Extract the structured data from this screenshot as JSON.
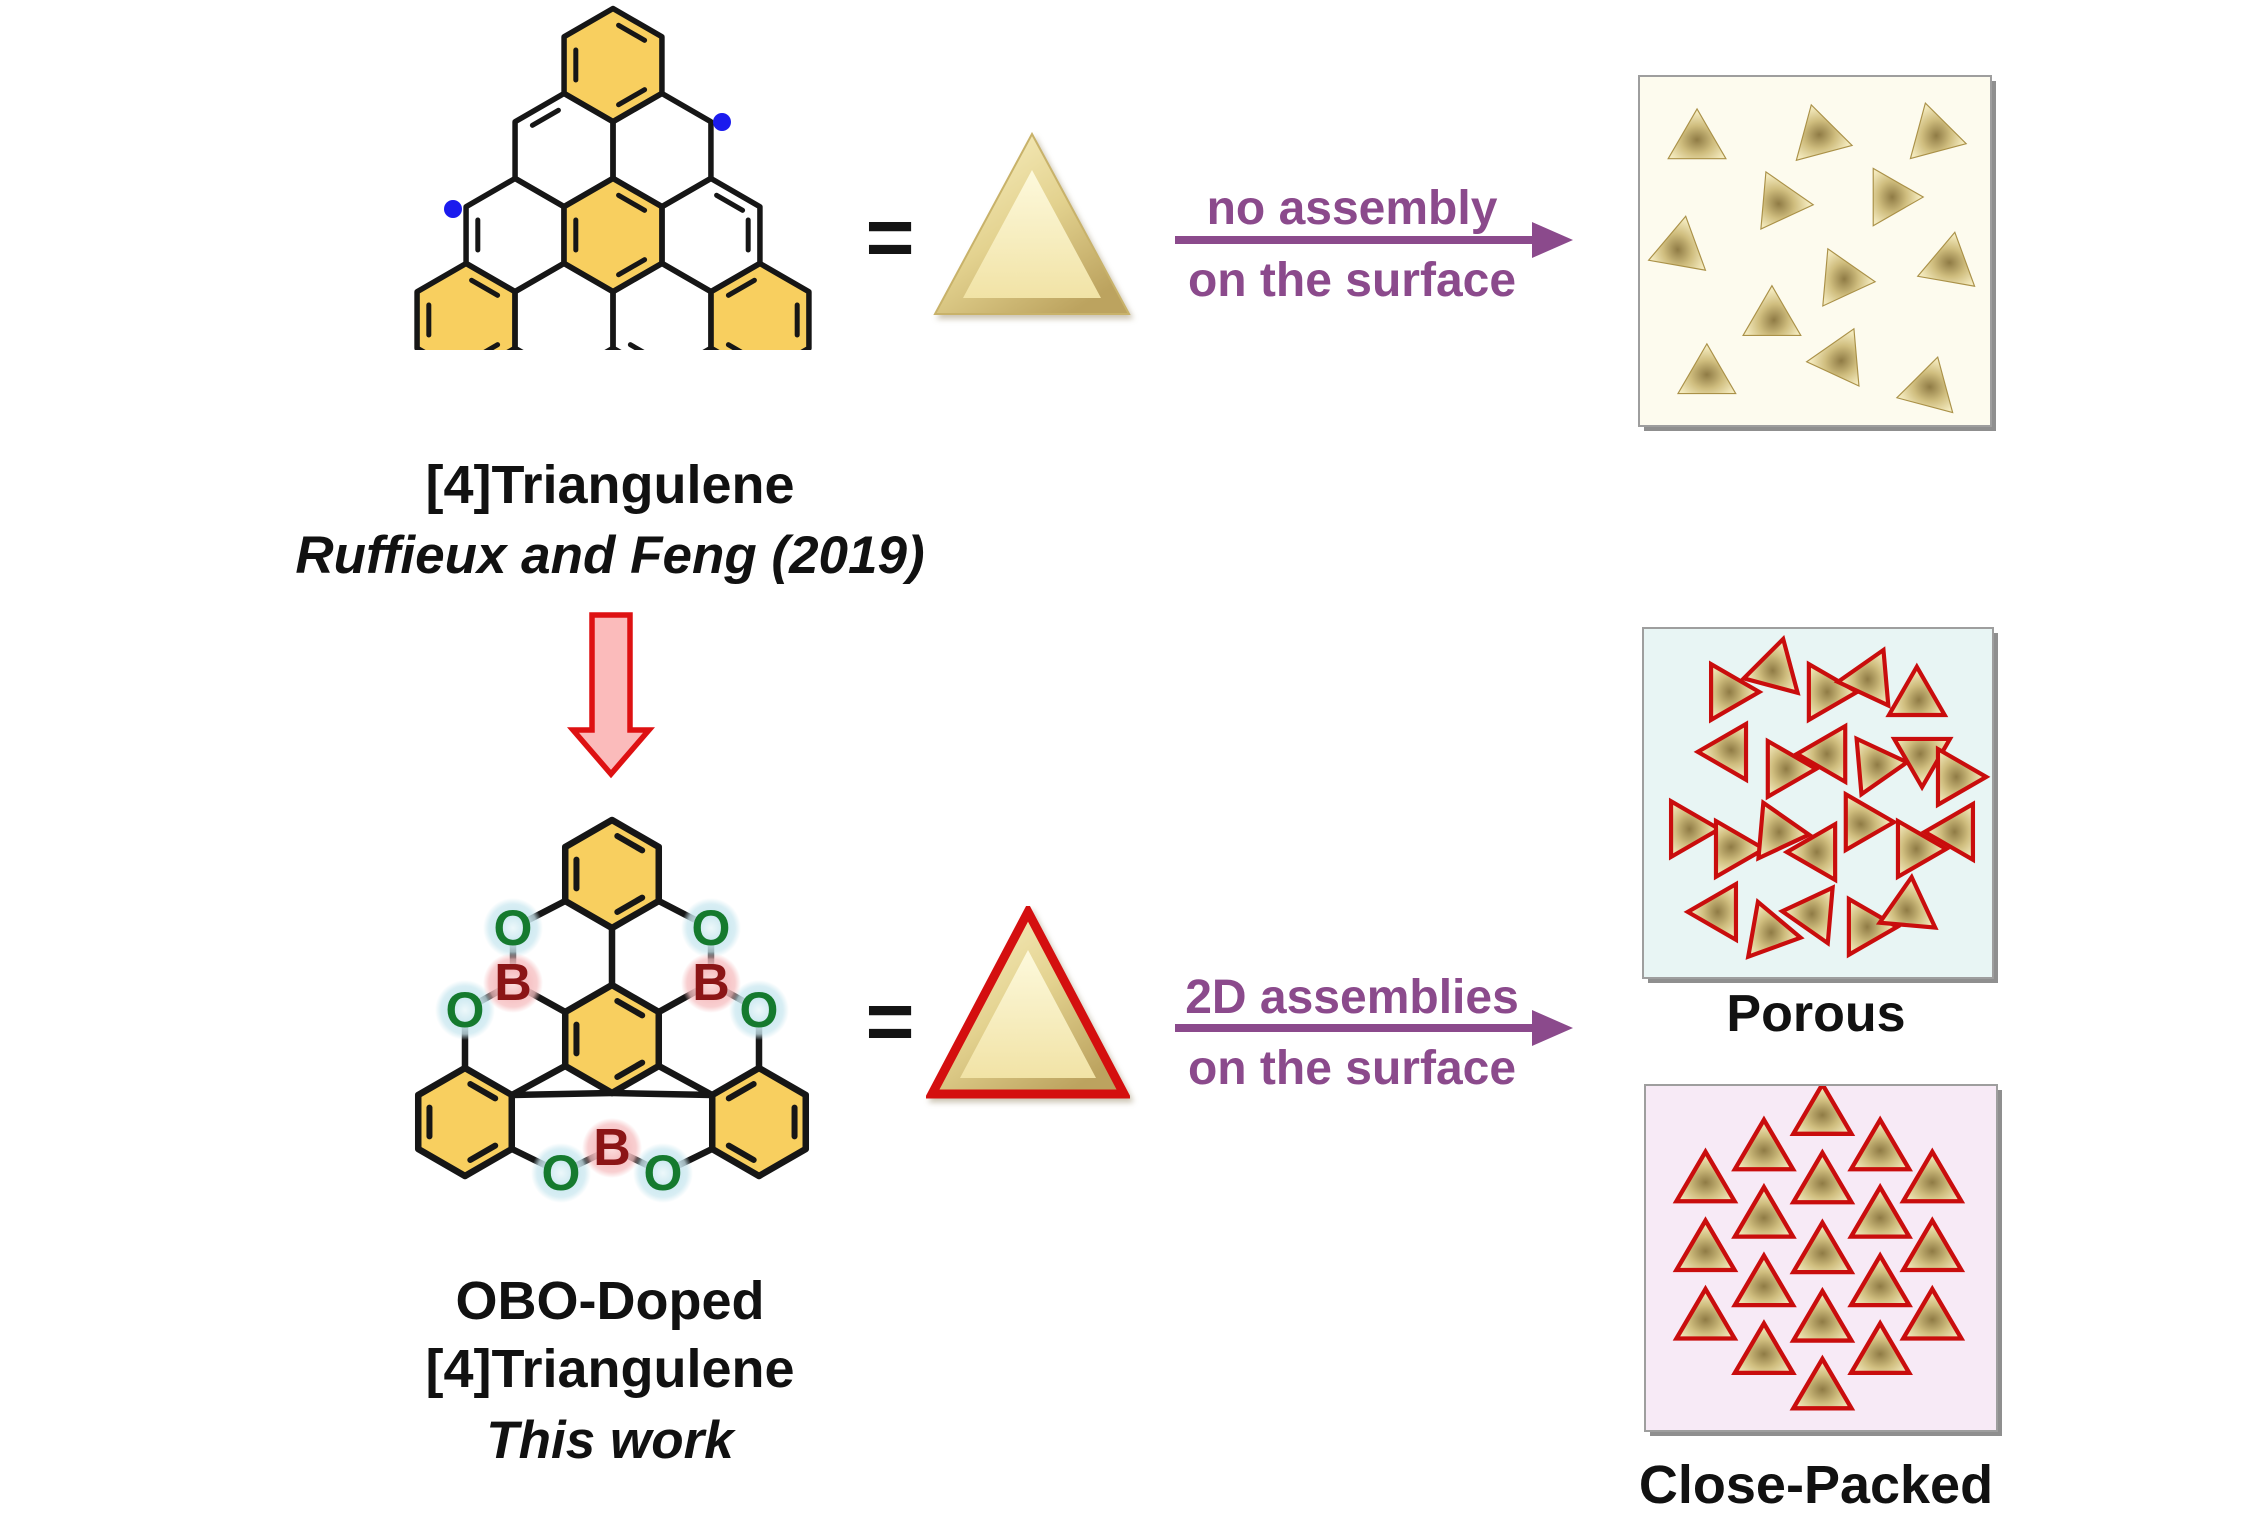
{
  "colors": {
    "accent_purple": "#8B4A8C",
    "molecule_outline_red": "#D40F0F",
    "hexagon_yellow": "#F8CF5F",
    "bond_black": "#161616",
    "radical_blue": "#1B1BEE",
    "oxygen_green": "#157A2E",
    "boron_dark_red": "#8B1516",
    "gold_light": "#FBF3C8",
    "gold_dark": "#BCA35F",
    "scattered_panel_bg": "#FDFBEE",
    "porous_panel_bg": "#E8F5F4",
    "close_packed_panel_bg": "#F7EAF6"
  },
  "top_row": {
    "molecule_name": "[4]Triangulene",
    "molecule_reference": "Ruffieux and Feng (2019)",
    "equals_sign": "=",
    "arrow_text_line1": "no assembly",
    "arrow_text_line2": "on the surface"
  },
  "bottom_row": {
    "molecule_name_line1": "OBO-Doped",
    "molecule_name_line2": "[4]Triangulene",
    "molecule_reference": "This work",
    "equals_sign": "=",
    "arrow_text_line1": "2D assemblies",
    "arrow_text_line2": "on the surface"
  },
  "atoms": {
    "oxygen": "O",
    "boron": "B"
  },
  "panels": {
    "no_assembly": {
      "outlined": false,
      "triangles": [
        [
          16.3,
          18.7,
          0
        ],
        [
          51.4,
          17.2,
          345
        ],
        [
          84,
          16.7,
          105
        ],
        [
          40,
          35.9,
          215
        ],
        [
          71.4,
          34.5,
          90
        ],
        [
          11.4,
          49.4,
          250
        ],
        [
          57.7,
          58,
          95
        ],
        [
          88.3,
          54,
          10
        ],
        [
          37.7,
          69.5,
          120
        ],
        [
          57.1,
          81,
          145
        ],
        [
          19.1,
          86.2,
          0
        ],
        [
          82.6,
          89.7,
          15
        ]
      ]
    },
    "porous": {
      "label": "Porous",
      "outlined": true,
      "triangles": [
        [
          23.9,
          18.1,
          90
        ],
        [
          37.6,
          11.8,
          255
        ],
        [
          52,
          18.1,
          90
        ],
        [
          64.9,
          14.4,
          265
        ],
        [
          78.4,
          20.1,
          120
        ],
        [
          24.7,
          35.3,
          30
        ],
        [
          40.2,
          40.2,
          90
        ],
        [
          53.2,
          35.9,
          270
        ],
        [
          66.4,
          39.1,
          85
        ],
        [
          79.9,
          36.2,
          300
        ],
        [
          89.1,
          42.5,
          90
        ],
        [
          12.4,
          57.5,
          90
        ],
        [
          25.3,
          63.2,
          330
        ],
        [
          38.2,
          58.3,
          95
        ],
        [
          50.3,
          64.1,
          270
        ],
        [
          62.6,
          55.5,
          210
        ],
        [
          77.6,
          63.2,
          90
        ],
        [
          89.9,
          58.3,
          270
        ],
        [
          21.8,
          81.3,
          270
        ],
        [
          35.9,
          87.1,
          100
        ],
        [
          48.9,
          81.9,
          275
        ],
        [
          63.5,
          85.6,
          90
        ],
        [
          76.1,
          80.5,
          245
        ]
      ]
    },
    "close_packed": {
      "label": "Close-Packed",
      "outlined": true,
      "triangles": [
        [
          50.4,
          9.1,
          0
        ],
        [
          33.7,
          19.4,
          0
        ],
        [
          66.9,
          19.4,
          0
        ],
        [
          17,
          28.7,
          0
        ],
        [
          50.4,
          29,
          0
        ],
        [
          81.8,
          28.7,
          0
        ],
        [
          33.7,
          39,
          0
        ],
        [
          66.9,
          39,
          0
        ],
        [
          17,
          48.7,
          0
        ],
        [
          50.4,
          49.3,
          0
        ],
        [
          81.8,
          48.7,
          0
        ],
        [
          33.7,
          58.9,
          0
        ],
        [
          66.9,
          58.9,
          0
        ],
        [
          17,
          68.6,
          0
        ],
        [
          50.4,
          69.2,
          0
        ],
        [
          81.8,
          68.6,
          0
        ],
        [
          33.7,
          78.6,
          0
        ],
        [
          66.9,
          78.6,
          0
        ],
        [
          50.4,
          88.9,
          0
        ]
      ]
    }
  }
}
